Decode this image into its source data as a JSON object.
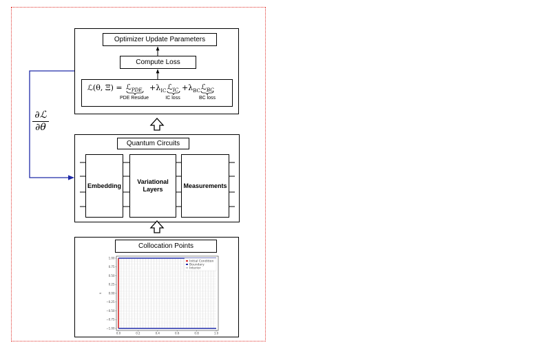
{
  "optimizer": {
    "title": "Optimizer Update Parameters"
  },
  "loss": {
    "title": "Compute Loss"
  },
  "equation": {
    "lhs": "ℒ(θ, Ξ) =",
    "term_pde": "ℒ",
    "sub_pde": "PDE",
    "plus1": "+λ",
    "lambda_ic": "IC",
    "term_ic": "ℒ",
    "sub_ic": "IC",
    "plus2": "+λ",
    "lambda_bc": "BC",
    "term_bc": "ℒ",
    "sub_bc": "BC",
    "cap_pde": "PDE Residue",
    "cap_ic": "IC loss",
    "cap_bc": "BC loss"
  },
  "gradient": {
    "numerator": "∂ℒ",
    "denominator": "∂θ"
  },
  "quantum": {
    "title": "Quantum Circuits",
    "embedding": "Embedding",
    "variational": "Variational Layers",
    "measurements": "Measurements"
  },
  "collocation": {
    "title": "Collocation Points"
  },
  "chart_data": {
    "type": "scatter",
    "ylabel": "x",
    "xlabel": "",
    "xlim": [
      0,
      1.0
    ],
    "ylim": [
      -1.0,
      1.0
    ],
    "x_ticks": [
      "0.0",
      "0.2",
      "0.4",
      "0.6",
      "0.8",
      "1.0"
    ],
    "y_ticks": [
      "1.00",
      "0.75",
      "0.50",
      "0.25",
      "0.00",
      "−0.25",
      "−0.50",
      "−0.75",
      "−1.00"
    ],
    "legend_placement": "top-right",
    "grid": false,
    "series": [
      {
        "name": "Initial Condition",
        "color": "#d62728",
        "x": [
          0.0,
          0.0
        ],
        "y": [
          -1.0,
          1.0
        ]
      },
      {
        "name": "Boundary",
        "color": "#1f2aa8",
        "x": [
          0.0,
          1.0,
          0.0,
          1.0
        ],
        "y": [
          1.0,
          1.0,
          -1.0,
          -1.0
        ]
      },
      {
        "name": "Interior",
        "color": "#c8c8c8",
        "x_range": [
          0.0,
          1.0
        ],
        "y_range": [
          -1.0,
          1.0
        ]
      }
    ]
  }
}
